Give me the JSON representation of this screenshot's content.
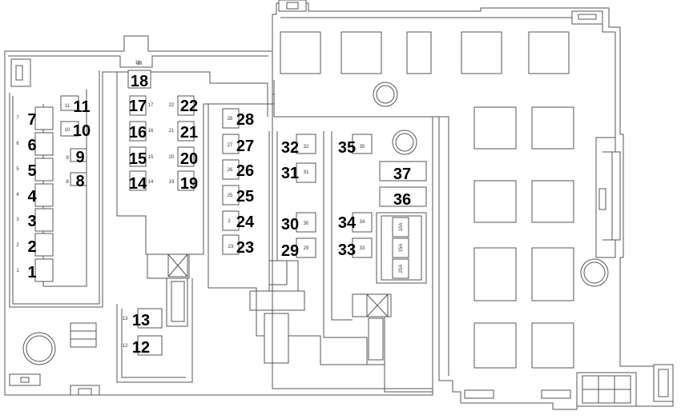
{
  "fuses": [
    {
      "id": "f1",
      "label": "1",
      "small": "1"
    },
    {
      "id": "f2",
      "label": "2",
      "small": "2"
    },
    {
      "id": "f3",
      "label": "3",
      "small": "3"
    },
    {
      "id": "f4",
      "label": "4",
      "small": "4"
    },
    {
      "id": "f5",
      "label": "5",
      "small": "5"
    },
    {
      "id": "f6",
      "label": "6",
      "small": "6"
    },
    {
      "id": "f7",
      "label": "7",
      "small": "7"
    },
    {
      "id": "f8",
      "label": "8",
      "small": "8"
    },
    {
      "id": "f9",
      "label": "9",
      "small": "9"
    },
    {
      "id": "f10",
      "label": "10",
      "small": "10"
    },
    {
      "id": "f11",
      "label": "11",
      "small": "11"
    },
    {
      "id": "f12",
      "label": "12",
      "small": "12"
    },
    {
      "id": "f13",
      "label": "13",
      "small": "13"
    },
    {
      "id": "f14",
      "label": "14",
      "small": "14"
    },
    {
      "id": "f15",
      "label": "15",
      "small": "15"
    },
    {
      "id": "f16",
      "label": "16",
      "small": "16"
    },
    {
      "id": "f17",
      "label": "17",
      "small": "17"
    },
    {
      "id": "f18",
      "label": "18",
      "small": "18"
    },
    {
      "id": "f19",
      "label": "19",
      "small": "19"
    },
    {
      "id": "f20",
      "label": "20",
      "small": "20"
    },
    {
      "id": "f21",
      "label": "21",
      "small": "21"
    },
    {
      "id": "f22",
      "label": "22",
      "small": "22"
    },
    {
      "id": "f23",
      "label": "23",
      "small": "23"
    },
    {
      "id": "f24",
      "label": "24",
      "small": "2"
    },
    {
      "id": "f25",
      "label": "25",
      "small": "25"
    },
    {
      "id": "f26",
      "label": "26",
      "small": "26"
    },
    {
      "id": "f27",
      "label": "27",
      "small": "27"
    },
    {
      "id": "f28",
      "label": "28",
      "small": "28"
    },
    {
      "id": "f29",
      "label": "29",
      "small": "29"
    },
    {
      "id": "f30",
      "label": "30",
      "small": "30"
    },
    {
      "id": "f31",
      "label": "31",
      "small": "31"
    },
    {
      "id": "f32",
      "label": "32",
      "small": "32"
    },
    {
      "id": "f33",
      "label": "33",
      "small": "33"
    },
    {
      "id": "f34",
      "label": "34",
      "small": "34"
    },
    {
      "id": "f35",
      "label": "35",
      "small": "35"
    },
    {
      "id": "f36",
      "label": "36",
      "small": ""
    },
    {
      "id": "f37",
      "label": "37",
      "small": ""
    }
  ],
  "spare_fuses": [
    "10A",
    "15A",
    "20A"
  ],
  "top_label": "18"
}
